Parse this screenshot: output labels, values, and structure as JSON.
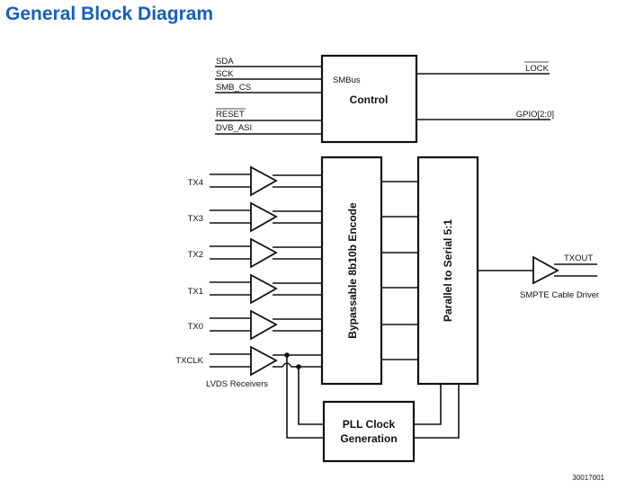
{
  "title": "General Block Diagram",
  "figure_id": "30017001",
  "control_block": {
    "name": "Control",
    "sub_label": "SMBus",
    "inputs": [
      "SDA",
      "SCK",
      "SMB_CS",
      "RESET",
      "DVB_ASI"
    ],
    "overbar_inputs": [
      "RESET"
    ],
    "outputs": [
      "LOCK",
      "GPIO[2:0]"
    ],
    "overbar_outputs": [
      "LOCK"
    ]
  },
  "lvds_inputs": [
    "TX4",
    "TX3",
    "TX2",
    "TX1",
    "TX0",
    "TXCLK"
  ],
  "lvds_label": "LVDS Receivers",
  "encode_block": "Bypassable 8b10b Encode",
  "serializer_block": "Parallel to Serial 5:1",
  "pll_block": [
    "PLL Clock",
    "Generation"
  ],
  "output": {
    "signal": "TXOUT",
    "driver_label": "SMPTE Cable Driver"
  }
}
